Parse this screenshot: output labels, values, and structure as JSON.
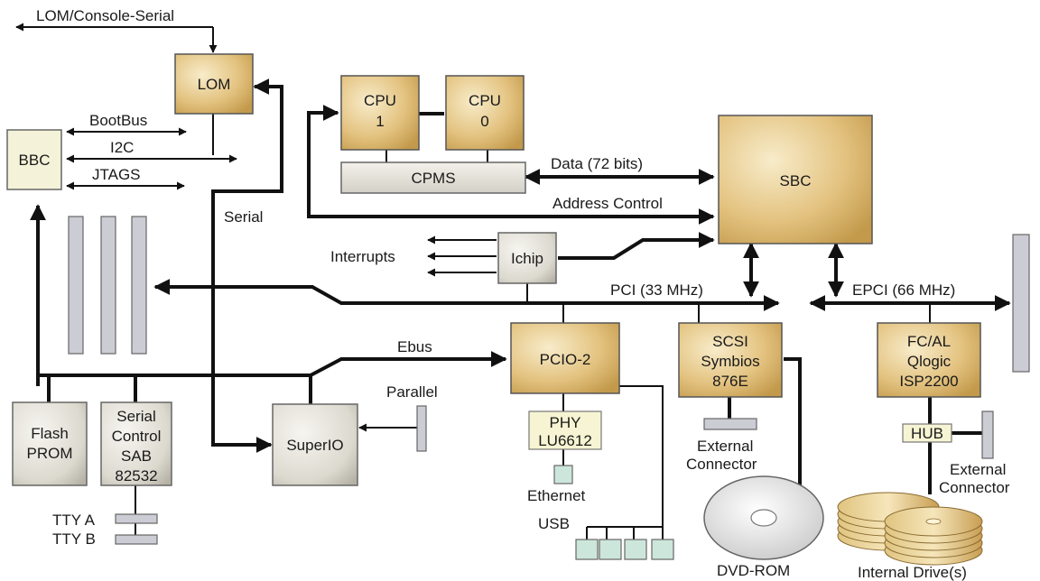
{
  "labels": {
    "lom_console_serial": "LOM/Console-Serial",
    "bootbus": "BootBus",
    "i2c": "I2C",
    "jtags": "JTAGS",
    "serial": "Serial",
    "data_72": "Data (72 bits)",
    "address_control": "Address Control",
    "interrupts": "Interrupts",
    "pci_33": "PCI (33 MHz)",
    "epci_66": "EPCI (66 MHz)",
    "ebus": "Ebus",
    "parallel": "Parallel",
    "ethernet": "Ethernet",
    "usb": "USB",
    "tty_a": "TTY A",
    "tty_b": "TTY B",
    "external": "External",
    "connector": "Connector",
    "dvd_rom": "DVD-ROM",
    "internal_drives": "Internal Drive(s)"
  },
  "blocks": {
    "lom": "LOM",
    "bbc": "BBC",
    "cpu1_a": "CPU",
    "cpu1_b": "1",
    "cpu0_a": "CPU",
    "cpu0_b": "0",
    "cpms": "CPMS",
    "sbc": "SBC",
    "ichip": "Ichip",
    "pcio2": "PCIO-2",
    "scsi_1": "SCSI",
    "scsi_2": "Symbios",
    "scsi_3": "876E",
    "fcal_1": "FC/AL",
    "fcal_2": "Qlogic",
    "fcal_3": "ISP2200",
    "phy_1": "PHY",
    "phy_2": "LU6612",
    "hub": "HUB",
    "superio": "SuperIO",
    "flash_1": "Flash",
    "flash_2": "PROM",
    "sc_1": "Serial",
    "sc_2": "Control",
    "sc_3": "SAB",
    "sc_4": "82532"
  },
  "colors": {
    "gold_light": "#f7e9c3",
    "gold_dark": "#cfa455",
    "grey_light": "#f1efe8",
    "grey_dark": "#bfbcb3",
    "bbc_fill": "#f4f2d8",
    "phy_fill": "#f6f4d2",
    "slot_fill": "#ccccd4",
    "port_fill": "#cde6dc",
    "line": "#111111"
  }
}
